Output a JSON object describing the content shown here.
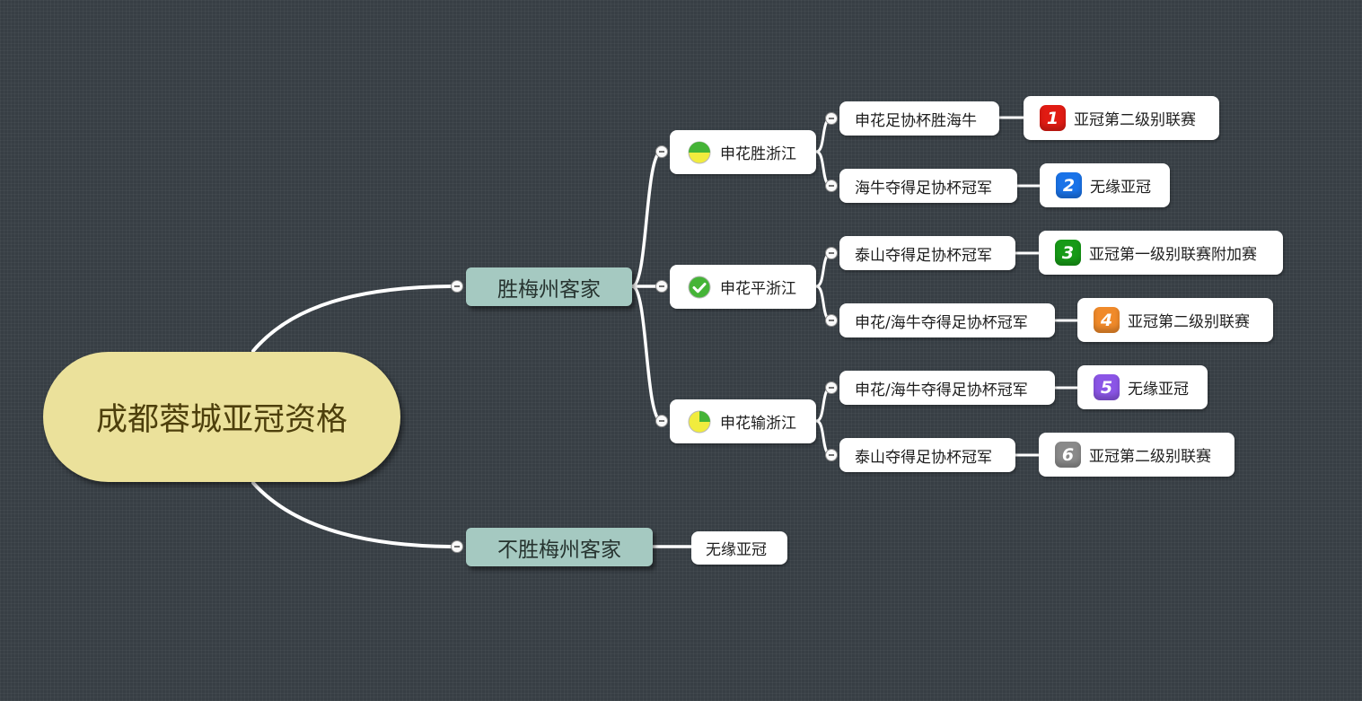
{
  "root": {
    "label": "成都蓉城亚冠资格"
  },
  "branches": [
    {
      "label": "胜梅州客家",
      "children": [
        {
          "label": "申花胜浙江",
          "icon": "half-progress-icon",
          "children": [
            {
              "label": "申花足协杯胜海牛",
              "result": {
                "marker": "1",
                "color": "#e11b13",
                "label": "亚冠第二级别联赛"
              }
            },
            {
              "label": "海牛夺得足协杯冠军",
              "result": {
                "marker": "2",
                "color": "#1a73e8",
                "label": "无缘亚冠"
              }
            }
          ]
        },
        {
          "label": "申花平浙江",
          "icon": "check-icon",
          "children": [
            {
              "label": "泰山夺得足协杯冠军",
              "result": {
                "marker": "3",
                "color": "#179a17",
                "label": "亚冠第一级别联赛附加赛"
              }
            },
            {
              "label": "申花/海牛夺得足协杯冠军",
              "result": {
                "marker": "4",
                "color": "#f08a2a",
                "label": "亚冠第二级别联赛"
              }
            }
          ]
        },
        {
          "label": "申花输浙江",
          "icon": "quarter-progress-icon",
          "children": [
            {
              "label": "申花/海牛夺得足协杯冠军",
              "result": {
                "marker": "5",
                "color": "#8b55e6",
                "label": "无缘亚冠"
              }
            },
            {
              "label": "泰山夺得足协杯冠军",
              "result": {
                "marker": "6",
                "color": "#8a8a8a",
                "label": "亚冠第二级别联赛"
              }
            }
          ]
        }
      ]
    },
    {
      "label": "不胜梅州客家",
      "result": {
        "label": "无缘亚冠"
      }
    }
  ],
  "colors": {
    "background": "#373e44",
    "root_fill": "#ebe19b",
    "branch_fill": "#a5c9c1",
    "leaf_fill": "#ffffff",
    "connector": "#ffffff",
    "progress_green": "#45b437",
    "progress_yellow": "#f1ec3e"
  }
}
